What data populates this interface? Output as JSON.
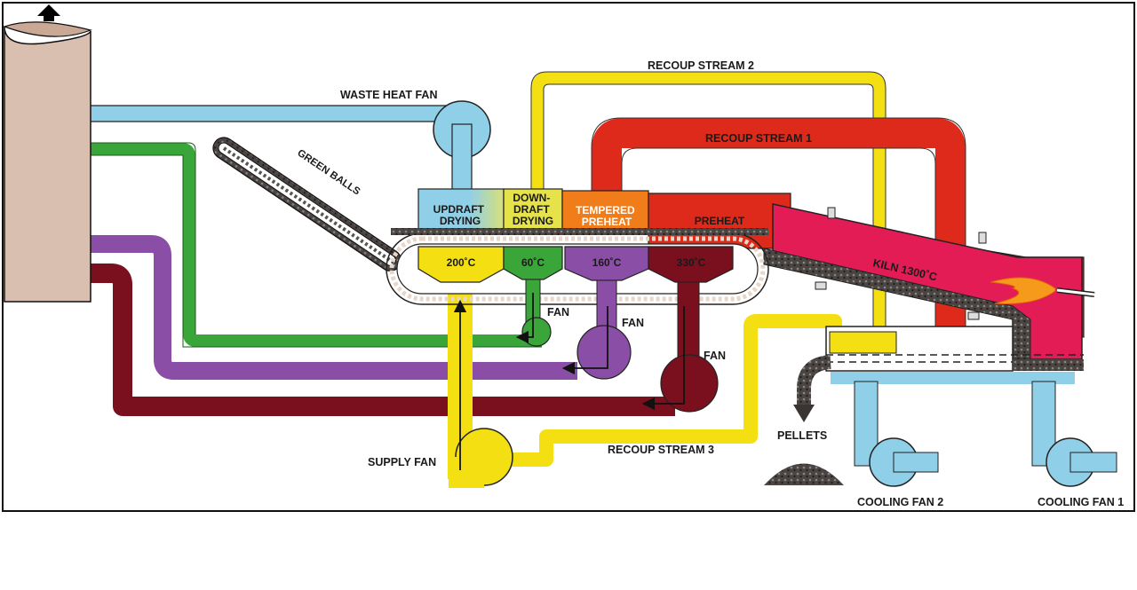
{
  "colors": {
    "stack": "#d9bfb0",
    "blue": "#8fcfe8",
    "green": "#3aa63a",
    "purple": "#8a4ea6",
    "maroon": "#7a0f1e",
    "yellow": "#f4df12",
    "red": "#dd2a1a",
    "orange": "#f07c1a",
    "kiln": "#e31c56",
    "pellet": "#3a3532"
  },
  "labels": {
    "waste_heat_fan": "WASTE HEAT FAN",
    "recoup_stream_2": "RECOUP STREAM 2",
    "recoup_stream_1": "RECOUP STREAM 1",
    "recoup_stream_3": "RECOUP STREAM 3",
    "green_balls": "GREEN BALLS",
    "kiln": "KILN 1300˚C",
    "pellets": "PELLETS",
    "supply_fan": "SUPPLY FAN",
    "cooling_fan_1": "COOLING FAN 1",
    "cooling_fan_2": "COOLING FAN 2",
    "fan_green": "FAN",
    "fan_purple": "FAN",
    "fan_maroon": "FAN"
  },
  "zones": {
    "updraft_drying": [
      "UPDRAFT",
      "DRYING"
    ],
    "downdraft_drying": [
      "DOWN-",
      "DRAFT",
      "DRYING"
    ],
    "tempered_preheat": [
      "TEMPERED",
      "PREHEAT"
    ],
    "preheat": [
      "PREHEAT"
    ]
  },
  "temperatures": {
    "yellow_hood": "200˚C",
    "green_hood": "60˚C",
    "purple_hood": "160˚C",
    "maroon_hood": "330˚C"
  },
  "icons": {
    "stack_exhaust": "up-arrow-icon"
  }
}
